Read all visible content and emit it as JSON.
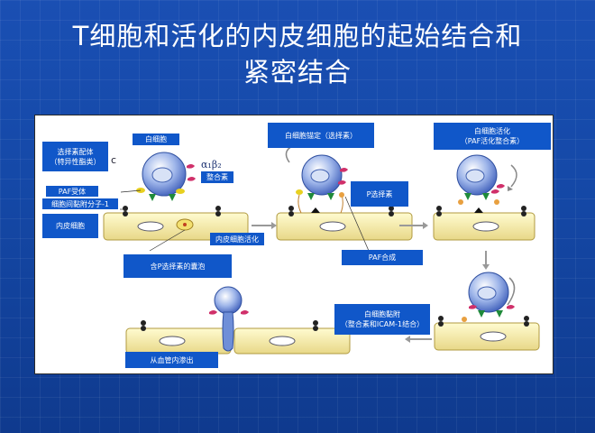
{
  "slide": {
    "title_line1": "T细胞和活化的内皮细胞的起始结合和",
    "title_line2": "紧密结合"
  },
  "labels": {
    "leukocyte": "白细胞",
    "selectin_ligand_1": "选择素配体",
    "selectin_ligand_2": "（特异性酯类）",
    "letter_c": "c",
    "integrin_symbol": "α₁β₂",
    "integrin": "整合素",
    "paf_receptor": "PAF受体",
    "icam1": "细胞间黏附分子-1",
    "endothelial_cell": "内皮细胞",
    "endothelial_activation": "内皮细胞活化",
    "p_selectin_vesicle": "含P选择素的囊泡",
    "leukocyte_anchoring": "白细胞锚定（选择素）",
    "p_selectin": "P选择素",
    "paf_synthesis": "PAF合成",
    "leukocyte_activation_1": "白细胞活化",
    "leukocyte_activation_2": "（PAF活化整合素）",
    "leukocyte_adhesion_1": "白细胞黏附",
    "leukocyte_adhesion_2": "（整合素和ICAM-1结合）",
    "transmigration": "从血管内渗出"
  },
  "colors": {
    "background": "#1549a8",
    "label_box": "#1057c9",
    "endothelium": "#f7eea0",
    "leukocyte": "#8aa8e0",
    "ligand": "#e8d020",
    "receptor": "#1f8a3a",
    "integrin": "#d0306a"
  }
}
